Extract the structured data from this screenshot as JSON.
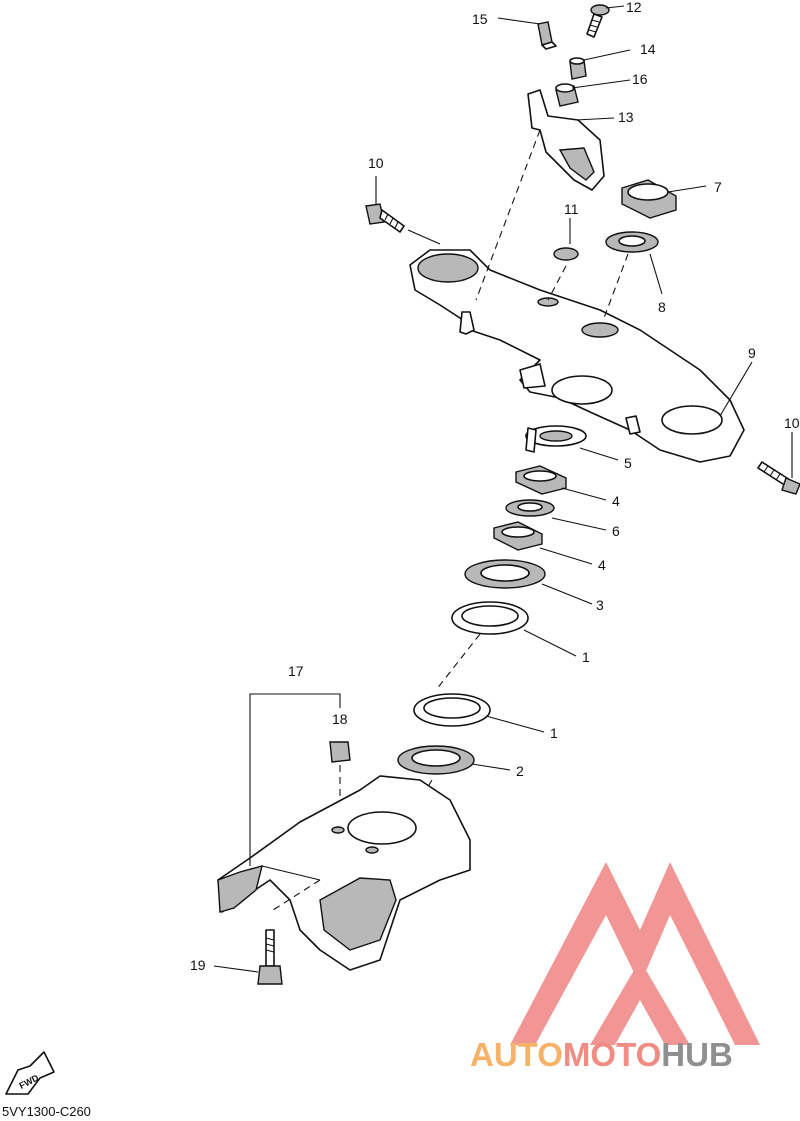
{
  "diagram_code": "5VY1300-C260",
  "fwd_label": "FWD",
  "callouts": [
    {
      "id": "c12",
      "text": "12"
    },
    {
      "id": "c15",
      "text": "15"
    },
    {
      "id": "c14",
      "text": "14"
    },
    {
      "id": "c16",
      "text": "16"
    },
    {
      "id": "c13",
      "text": "13"
    },
    {
      "id": "c10a",
      "text": "10"
    },
    {
      "id": "c7",
      "text": "7"
    },
    {
      "id": "c11",
      "text": "11"
    },
    {
      "id": "c8",
      "text": "8"
    },
    {
      "id": "c9",
      "text": "9"
    },
    {
      "id": "c10b",
      "text": "10"
    },
    {
      "id": "c5",
      "text": "5"
    },
    {
      "id": "c4a",
      "text": "4"
    },
    {
      "id": "c6",
      "text": "6"
    },
    {
      "id": "c4b",
      "text": "4"
    },
    {
      "id": "c3",
      "text": "3"
    },
    {
      "id": "c1a",
      "text": "1"
    },
    {
      "id": "c17",
      "text": "17"
    },
    {
      "id": "c18",
      "text": "18"
    },
    {
      "id": "c1b",
      "text": "1"
    },
    {
      "id": "c2",
      "text": "2"
    },
    {
      "id": "c19",
      "text": "19"
    }
  ],
  "watermark": {
    "part1": "AUTO",
    "part2": "MOTO",
    "part3": "HUB",
    "color1": "#f7b267",
    "color2": "#f28b82",
    "color3": "#8f8f8f",
    "logo_color": "#f08a8a"
  }
}
